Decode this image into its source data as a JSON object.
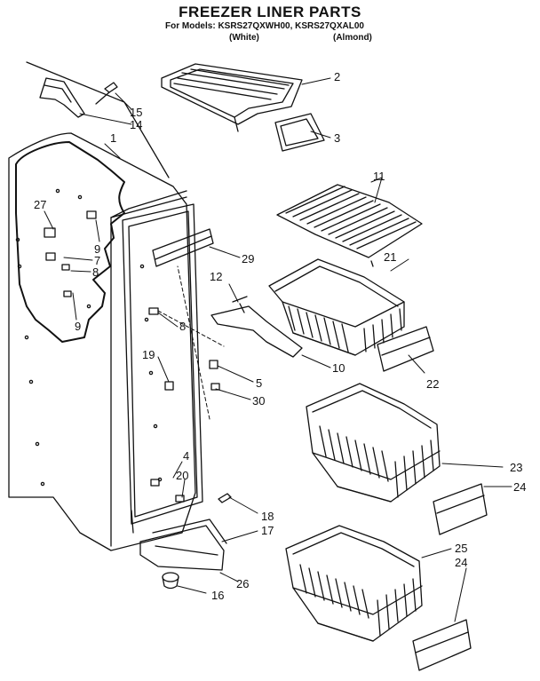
{
  "title": "FREEZER LINER PARTS",
  "models_line": "For Models: KSRS27QXWH00, KSRS27QXAL00",
  "variants": [
    "(White)",
    "(Almond)"
  ],
  "callouts": [
    "1",
    "2",
    "3",
    "4",
    "5",
    "7",
    "8",
    "8",
    "9",
    "9",
    "10",
    "11",
    "12",
    "14",
    "15",
    "16",
    "17",
    "18",
    "19",
    "20",
    "21",
    "22",
    "23",
    "24",
    "24",
    "25",
    "26",
    "27",
    "29",
    "30"
  ]
}
